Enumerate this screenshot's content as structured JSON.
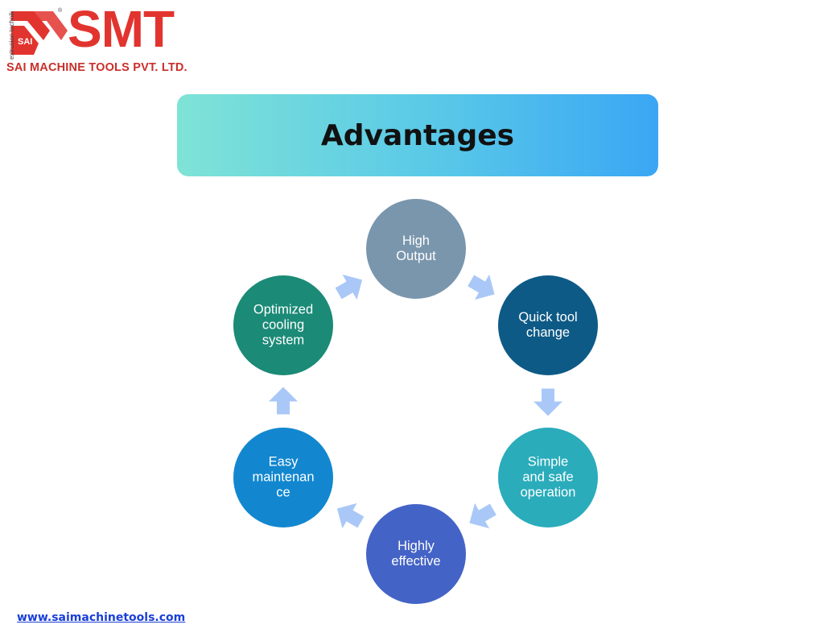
{
  "logo": {
    "brand": "SMT",
    "badge": "SAI",
    "tagline_vertical": "extrusion technik",
    "registered": "®",
    "company": "SAI MACHINE TOOLS PVT. LTD.",
    "color": "#e2342f"
  },
  "title": "Advantages",
  "cycle": {
    "nodes": [
      {
        "label": "High\nOutput",
        "color": "#7a96ad"
      },
      {
        "label": "Quick tool\nchange",
        "color": "#0e5a86"
      },
      {
        "label": "Simple\nand safe\noperation",
        "color": "#2aacbb"
      },
      {
        "label": "Highly\neffective",
        "color": "#4463c6"
      },
      {
        "label": "Easy\nmaintenan\nce",
        "color": "#1287cf"
      },
      {
        "label": "Optimized\ncooling\nsystem",
        "color": "#1b8a76"
      }
    ],
    "arrow_color": "#a9c8f7"
  },
  "footer": {
    "website": "www.saimachinetools.com"
  }
}
